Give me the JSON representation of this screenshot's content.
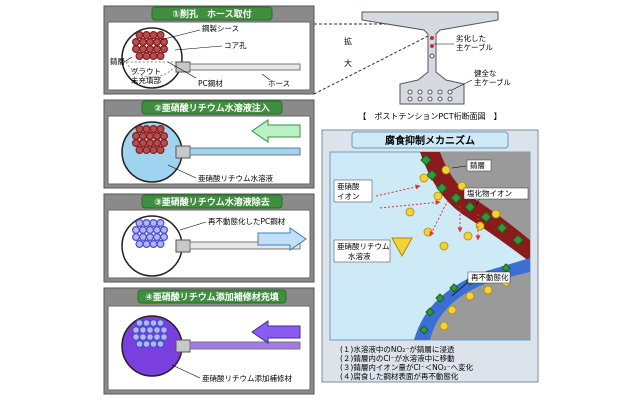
{
  "left_panels": [
    {
      "title": "①削孔　ホース取付",
      "labels": {
        "sheath": "鋼製シース",
        "core_hole": "コア孔",
        "rust": "錆層",
        "grout": "グラウト",
        "unfilled": "未充填部",
        "pc_steel": "PC鋼材",
        "hose": "ホース"
      }
    },
    {
      "title": "②亜硝酸リチウム水溶液注入",
      "labels": {
        "solution": "亜硝酸リチウム水溶液"
      }
    },
    {
      "title": "③亜硝酸リチウム水溶液除去",
      "labels": {
        "repassivated": "再不動態化したPC鋼材"
      }
    },
    {
      "title": "④亜硝酸リチウム添加補修材充填",
      "labels": {
        "repair": "亜硝酸リチウム添加補修材"
      }
    }
  ],
  "girder": {
    "expand_label": "拡大",
    "degraded_cable": "劣化した\n主ケーブル",
    "sound_cable": "健全な\n主ケーブル",
    "caption": "【　ポストテンションPCT桁断面図　】"
  },
  "mechanism": {
    "title": "腐食抑制メカニズム",
    "labels": {
      "rust": "錆層",
      "nitrite_ion": "亜硝酸\nイオン",
      "chloride_ion": "塩化物イオン",
      "solution": "亜硝酸リチウム\n水溶液",
      "repassivation": "再不動態化"
    },
    "notes": [
      "(１)水溶液中のNO₂⁻が錆層に浸透",
      "(２)錆層内のCl⁻が水溶液中に移動",
      "(３)錆層内イオン量がCl⁻＜NO₂⁻へ変化",
      "(４)腐食した鋼材表面が再不動態化"
    ]
  },
  "colors": {
    "panel_bg": "#8a8a8a",
    "title_green": "#3f8f3f",
    "rust_red": "#8b1a1a",
    "solution_blue": "#9fd3ef",
    "repassivated_blue": "#4a4ad6",
    "repair_purple": "#7b3fe0",
    "mech_bg": "#cfeaf7"
  }
}
